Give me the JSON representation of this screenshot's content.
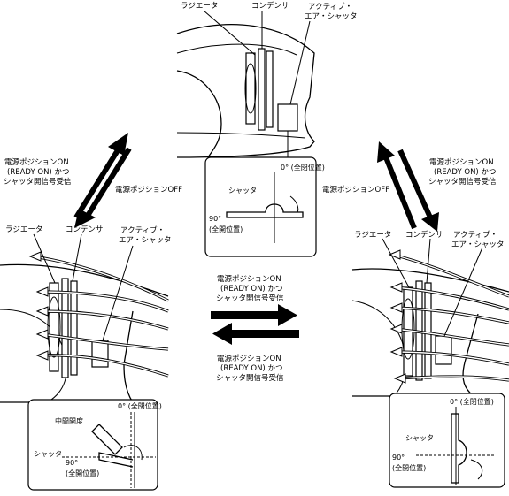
{
  "labels": {
    "radiator": "ラジエータ",
    "condenser": "コンデンサ",
    "active_shutter_line1": "アクティブ・",
    "active_shutter_line2": "エア・シャッタ",
    "shutter": "シャッタ",
    "closed_angle": "0° (全閉位置)",
    "open_angle": "90°",
    "open_position": "(全開位置)",
    "intermediate": "中間開度"
  },
  "conditions": {
    "on_line1": "電源ポジションON",
    "on_line2": "(READY ON) かつ",
    "on_line3": "シャッタ開信号受信",
    "off": "電源ポジションOFF"
  }
}
